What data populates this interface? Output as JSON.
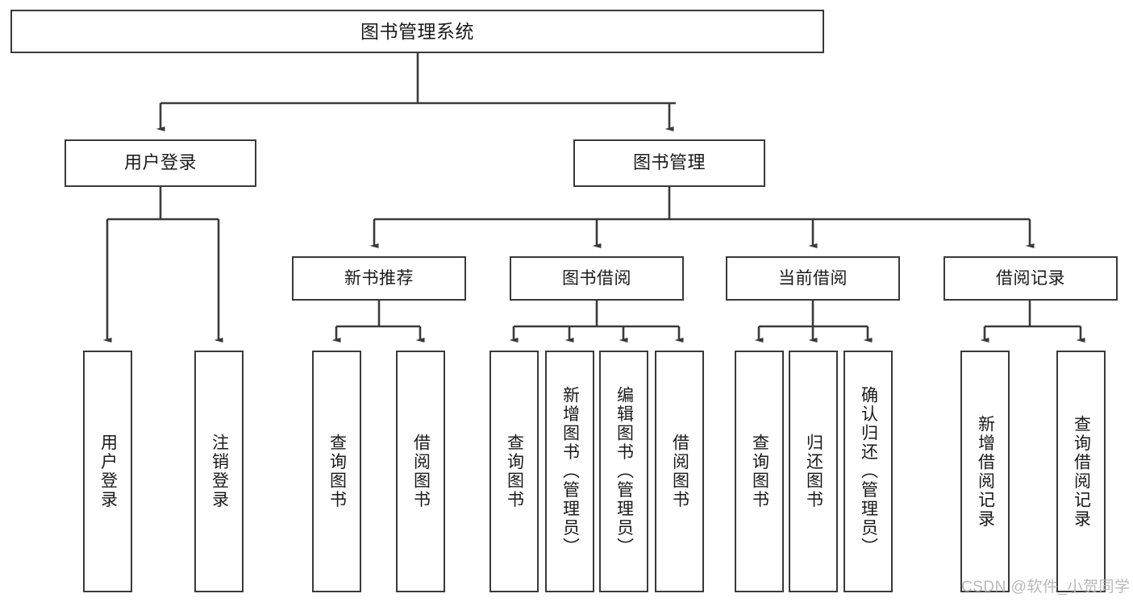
{
  "diagram": {
    "title": "图书管理系统",
    "watermark": "CSDN @软件_小贺同学",
    "line_color": "#3a3a3a",
    "box_fill": "#ffffff",
    "text_color": "#1a1a1a",
    "watermark_color": "#b9b9b9"
  },
  "nodes": {
    "root": {
      "label": "图书管理系统"
    },
    "tier2": [
      {
        "label": "用户登录"
      },
      {
        "label": "图书管理"
      }
    ],
    "tier3": [
      {
        "label": "新书推荐"
      },
      {
        "label": "图书借阅"
      },
      {
        "label": "当前借阅"
      },
      {
        "label": "借阅记录"
      }
    ],
    "leaves": {
      "user_login": [
        {
          "label": "用户登录"
        },
        {
          "label": "注销登录"
        }
      ],
      "new_book": [
        {
          "label": "查询图书"
        },
        {
          "label": "借阅图书"
        }
      ],
      "book_borrow": [
        {
          "label": "查询图书"
        },
        {
          "label": "新增图书（管理员）"
        },
        {
          "label": "编辑图书（管理员）"
        },
        {
          "label": "借阅图书"
        }
      ],
      "current_borrow": [
        {
          "label": "查询图书"
        },
        {
          "label": "归还图书"
        },
        {
          "label": "确认归还（管理员）"
        }
      ],
      "borrow_record": [
        {
          "label": "新增借阅记录"
        },
        {
          "label": "查询借阅记录"
        }
      ]
    }
  }
}
